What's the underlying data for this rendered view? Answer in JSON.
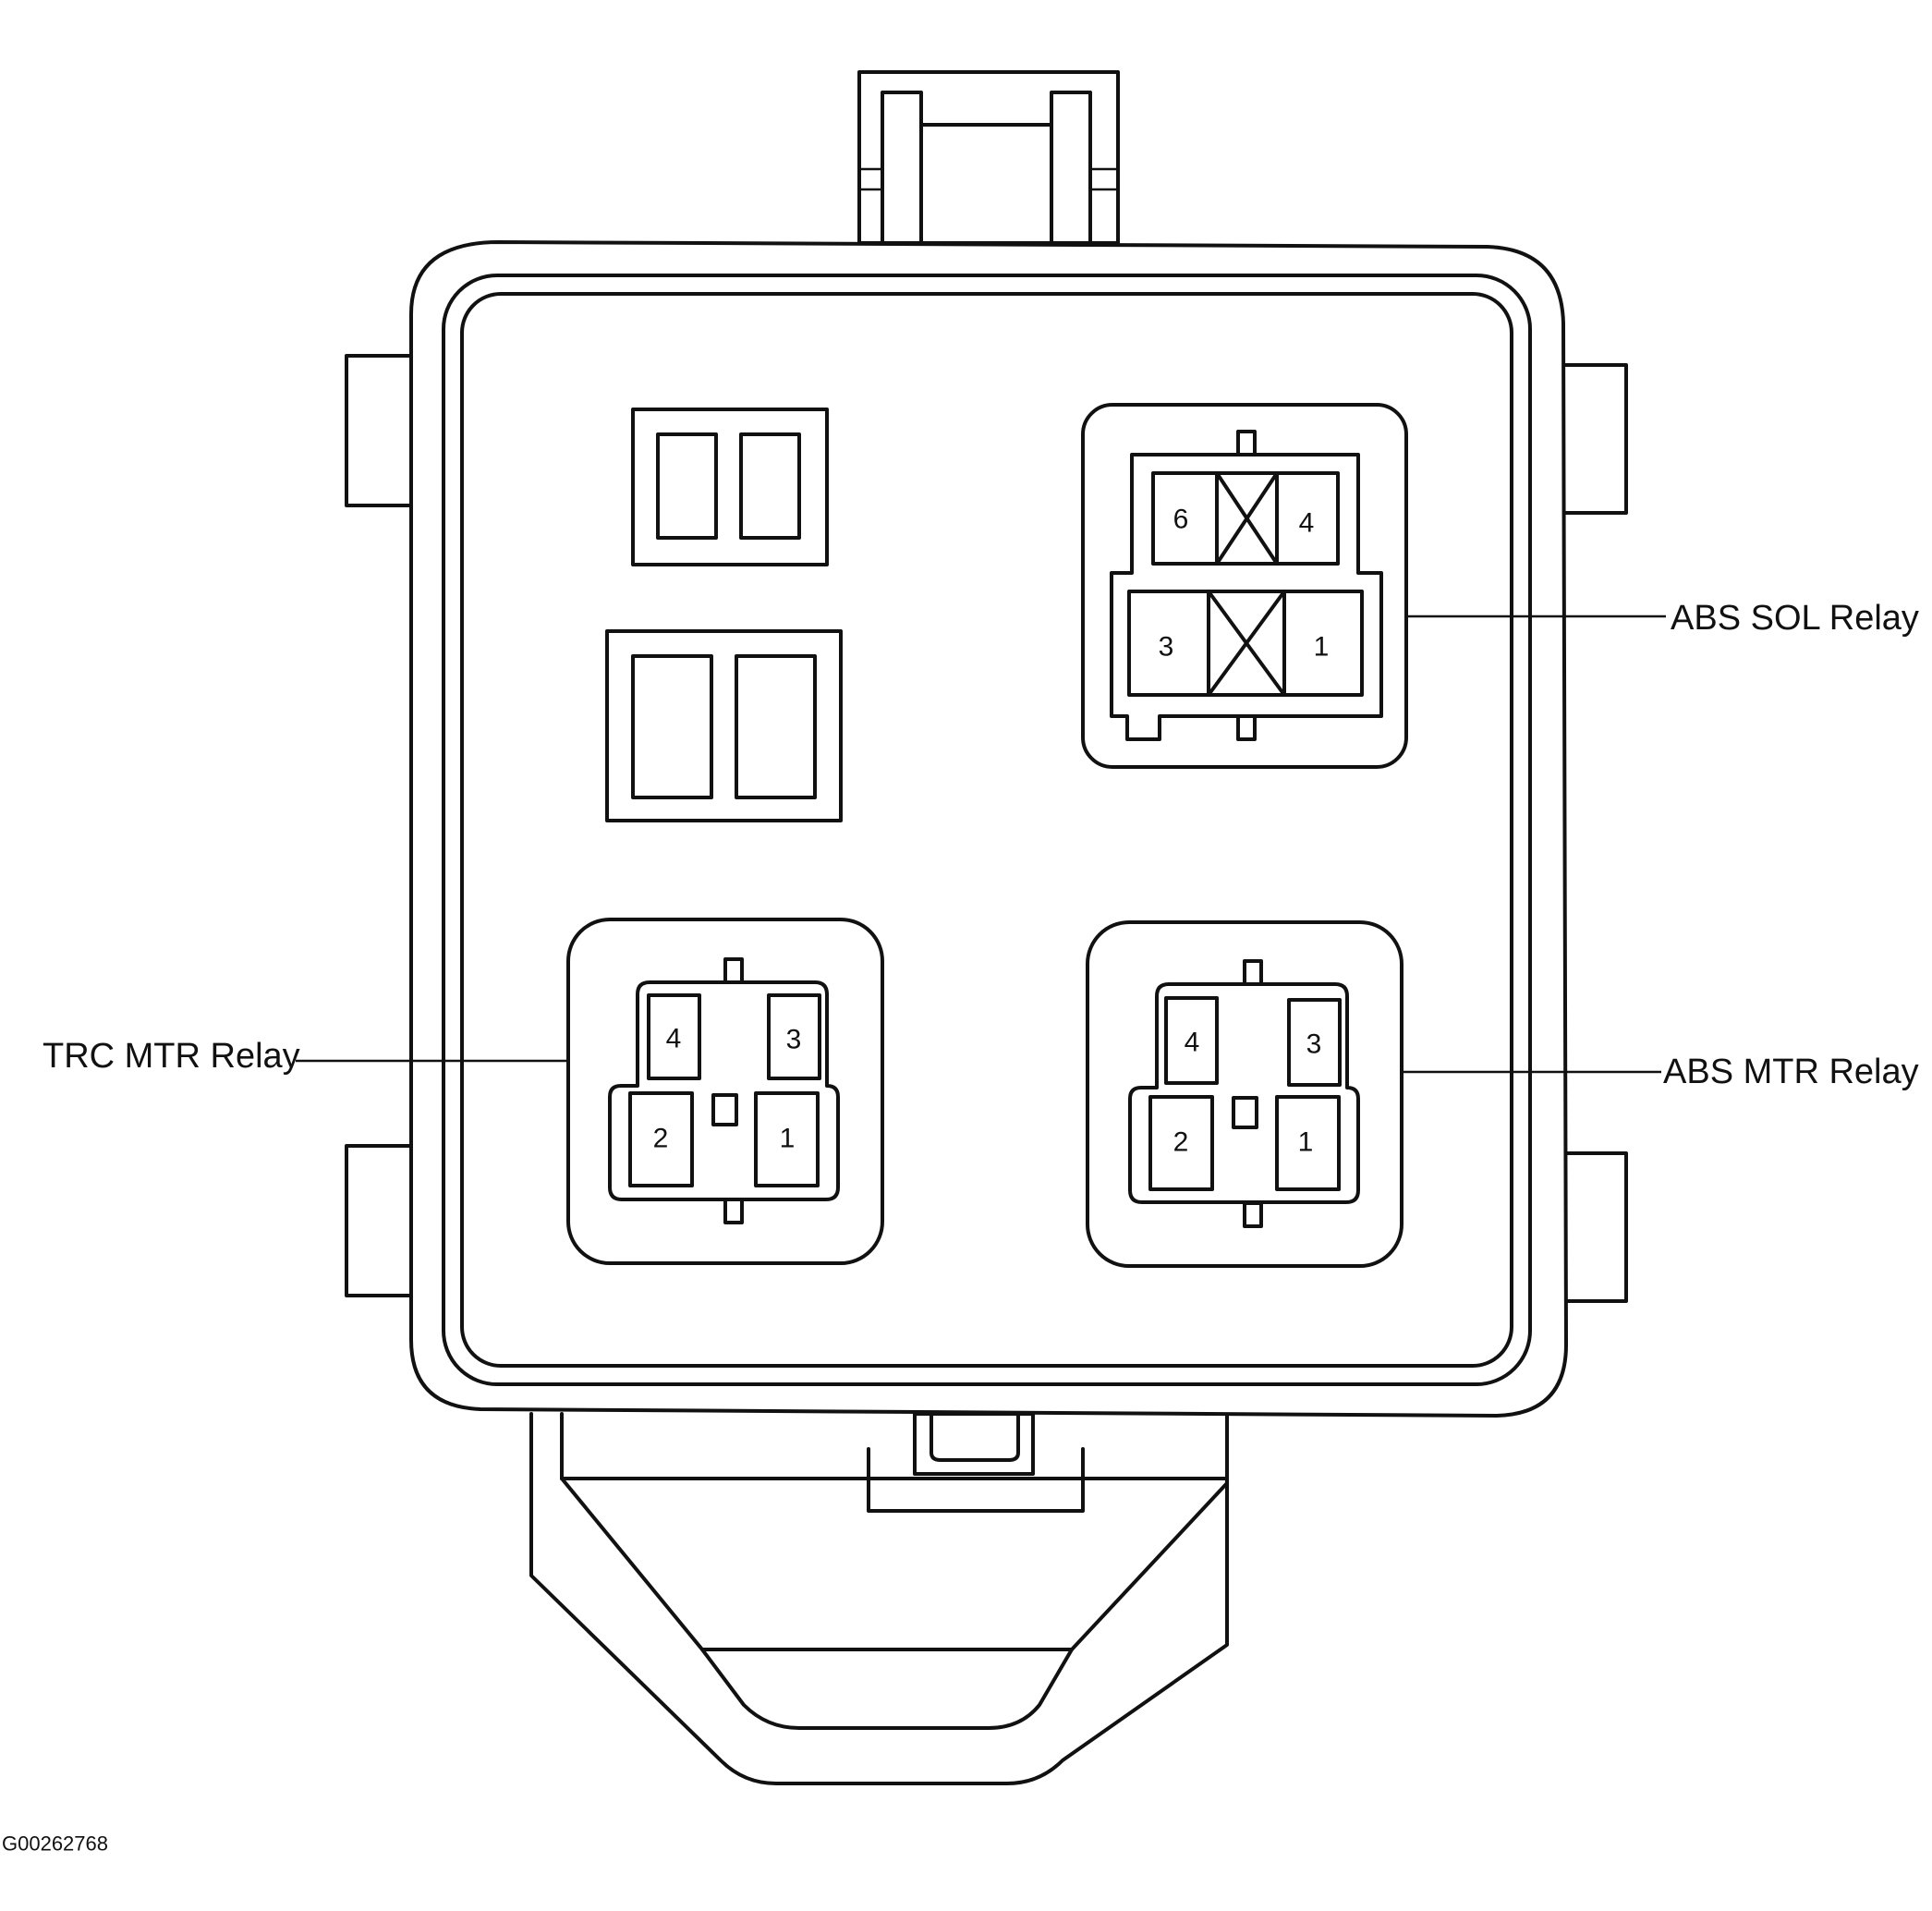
{
  "labels": {
    "abs_sol_relay": "ABS SOL Relay",
    "trc_mtr_relay": "TRC MTR Relay",
    "abs_mtr_relay": "ABS MTR Relay"
  },
  "figure_code": "G00262768",
  "abs_sol_pins": {
    "top_left": "6",
    "top_right": "4",
    "bottom_left": "3",
    "bottom_right": "1"
  },
  "trc_mtr_pins": {
    "top_left": "4",
    "top_right": "3",
    "bottom_left": "2",
    "bottom_right": "1"
  },
  "abs_mtr_pins": {
    "top_left": "4",
    "top_right": "3",
    "bottom_left": "2",
    "bottom_right": "1"
  }
}
